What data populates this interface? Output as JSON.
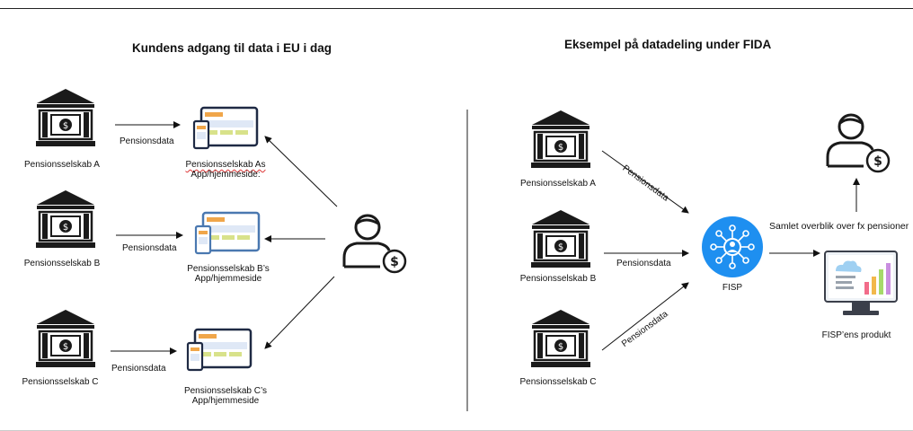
{
  "left_panel": {
    "title": "Kundens adgang til data i EU i dag",
    "companies": [
      {
        "label": "Pensionsselskab A",
        "flow_label": "Pensionsdata",
        "app_line1": "Pensionsselskab As",
        "app_line2": "App/hjemmeside:"
      },
      {
        "label": "Pensionsselskab B",
        "flow_label": "Pensionsdata",
        "app_line1": "Pensionsselskab B’s",
        "app_line2": "App/hjemmeside"
      },
      {
        "label": "Pensionsselskab C",
        "flow_label": "Pensionsdata",
        "app_line1": "Pensionsselskab C’s",
        "app_line2": "App/hjemmeside"
      }
    ]
  },
  "right_panel": {
    "title": "Eksempel på datadeling under FIDA",
    "companies": [
      {
        "label": "Pensionsselskab A",
        "flow_label": "Pensionsdata"
      },
      {
        "label": "Pensionsselskab B",
        "flow_label": "Pensionsdata"
      },
      {
        "label": "Pensionsselskab C",
        "flow_label": "Pensionsdata"
      }
    ],
    "fisp_label": "FISP",
    "overview_label": "Samlet overblik over fx pensioner",
    "product_label": "FISP’ens produkt"
  },
  "colors": {
    "fisp_blue": "#1e8ff0",
    "icon_dark": "#1a1a1a",
    "app_orange": "#f0a64a",
    "app_green": "#d8e28a",
    "app_blue_border": "#4a78b0"
  }
}
